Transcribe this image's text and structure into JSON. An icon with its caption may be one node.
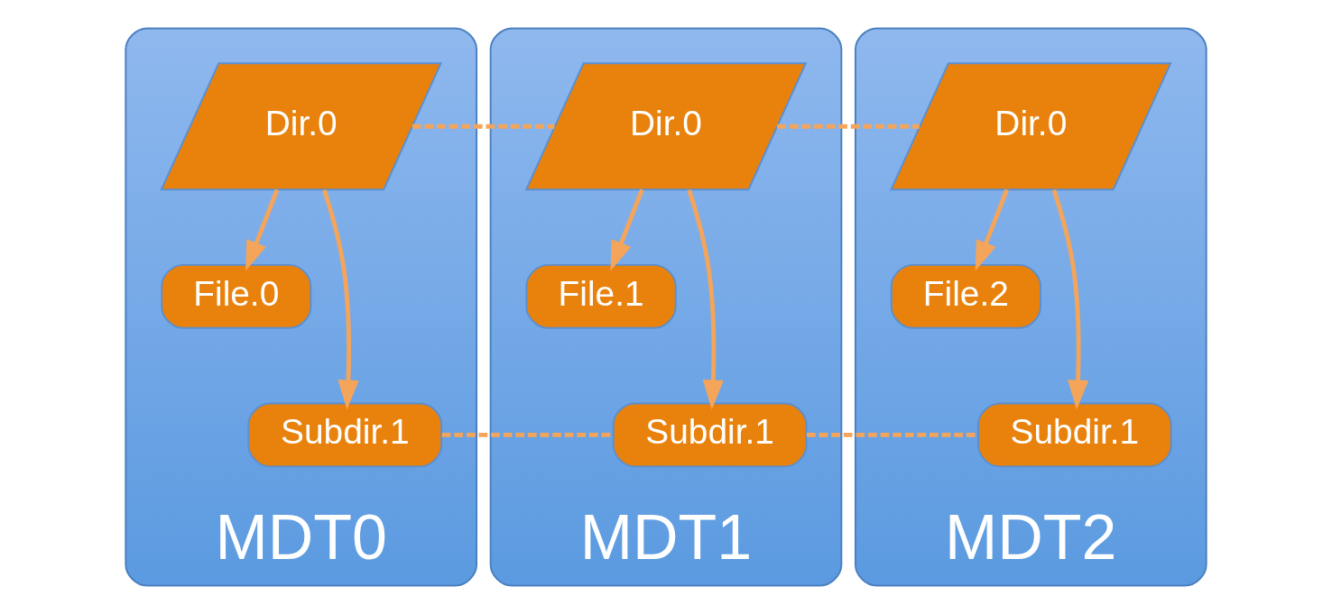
{
  "diagram": {
    "nodes": [
      {
        "text": [
          "MDT0"
        ]
      },
      {
        "text": [
          "Dir.0"
        ],
        "in": 0
      },
      {
        "text": [
          "File.0"
        ],
        "in": 0
      },
      {
        "text": [
          "Subdir.1"
        ],
        "in": 0
      },
      {
        "text": [
          "MDT1"
        ]
      },
      {
        "text": [
          "Dir.0"
        ],
        "in": 4
      },
      {
        "text": [
          "File.1"
        ],
        "in": 4
      },
      {
        "text": [
          "Subdir.1"
        ],
        "in": 4
      },
      {
        "text": [
          "MDT2"
        ]
      },
      {
        "text": [
          "Dir.0"
        ],
        "in": 8
      },
      {
        "text": [
          "File.2"
        ],
        "in": 8
      },
      {
        "text": [
          "Subdir.1"
        ],
        "in": 8
      }
    ],
    "edges": [
      {
        "from": 1,
        "to": 2,
        "arrow": "to"
      },
      {
        "from": 1,
        "to": 3,
        "arrow": "to"
      },
      {
        "from": 5,
        "to": 6,
        "arrow": "to"
      },
      {
        "from": 5,
        "to": 7,
        "arrow": "to"
      },
      {
        "from": 9,
        "to": 10,
        "arrow": "to"
      },
      {
        "from": 9,
        "to": 11,
        "arrow": "to"
      },
      {
        "from": 1,
        "to": 5,
        "arrow": "none",
        "style": "dashed"
      },
      {
        "from": 5,
        "to": 9,
        "arrow": "none",
        "style": "dashed"
      },
      {
        "from": 3,
        "to": 7,
        "arrow": "none",
        "style": "dashed"
      },
      {
        "from": 7,
        "to": 11,
        "arrow": "none",
        "style": "dashed"
      }
    ]
  }
}
